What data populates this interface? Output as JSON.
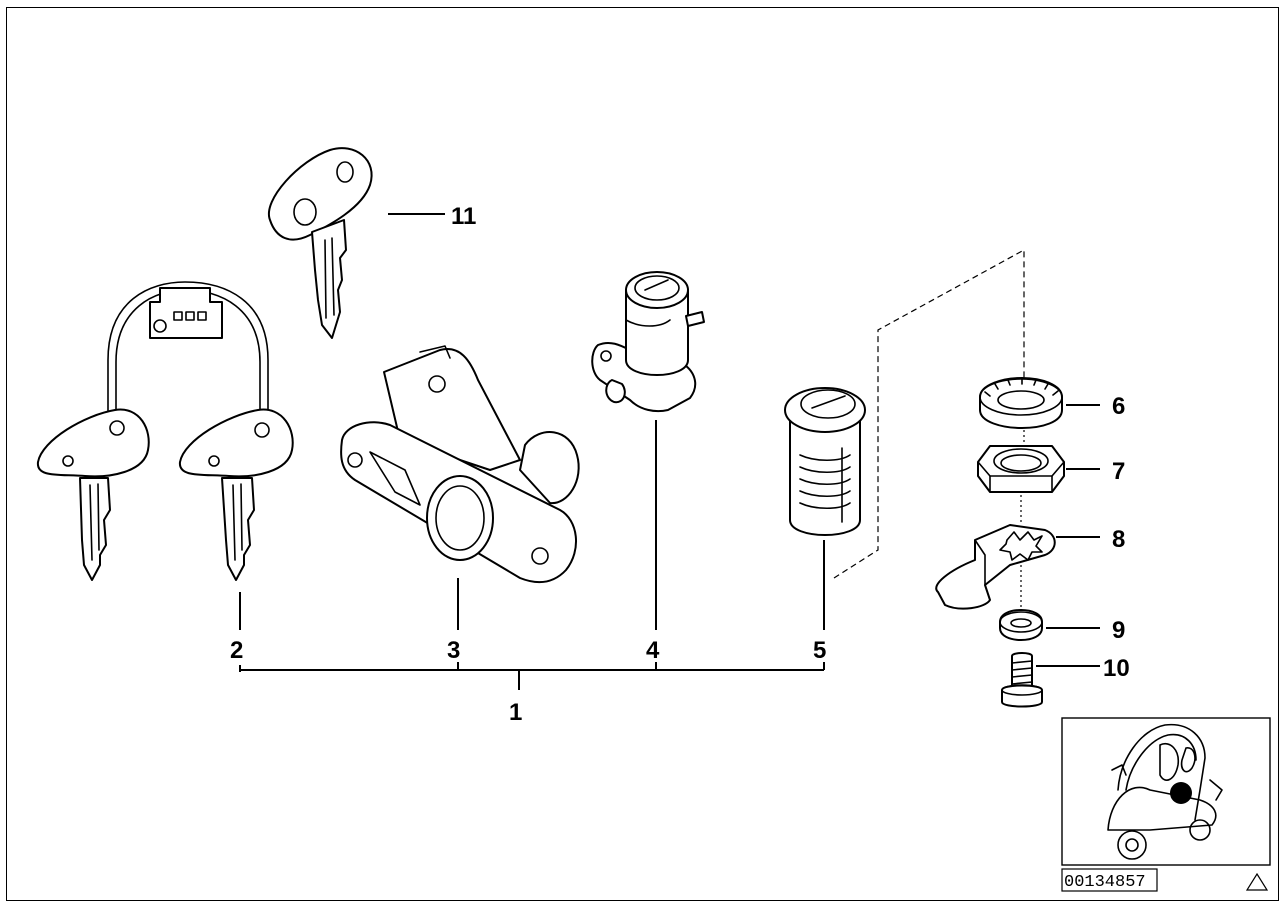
{
  "callouts": {
    "c1": "1",
    "c2": "2",
    "c3": "3",
    "c4": "4",
    "c5": "5",
    "c6": "6",
    "c7": "7",
    "c8": "8",
    "c9": "9",
    "c10": "10",
    "c11": "11"
  },
  "reference_number": "00134857",
  "icons": {
    "warning": "warning-triangle-icon",
    "vehicle": "scooter-icon"
  }
}
